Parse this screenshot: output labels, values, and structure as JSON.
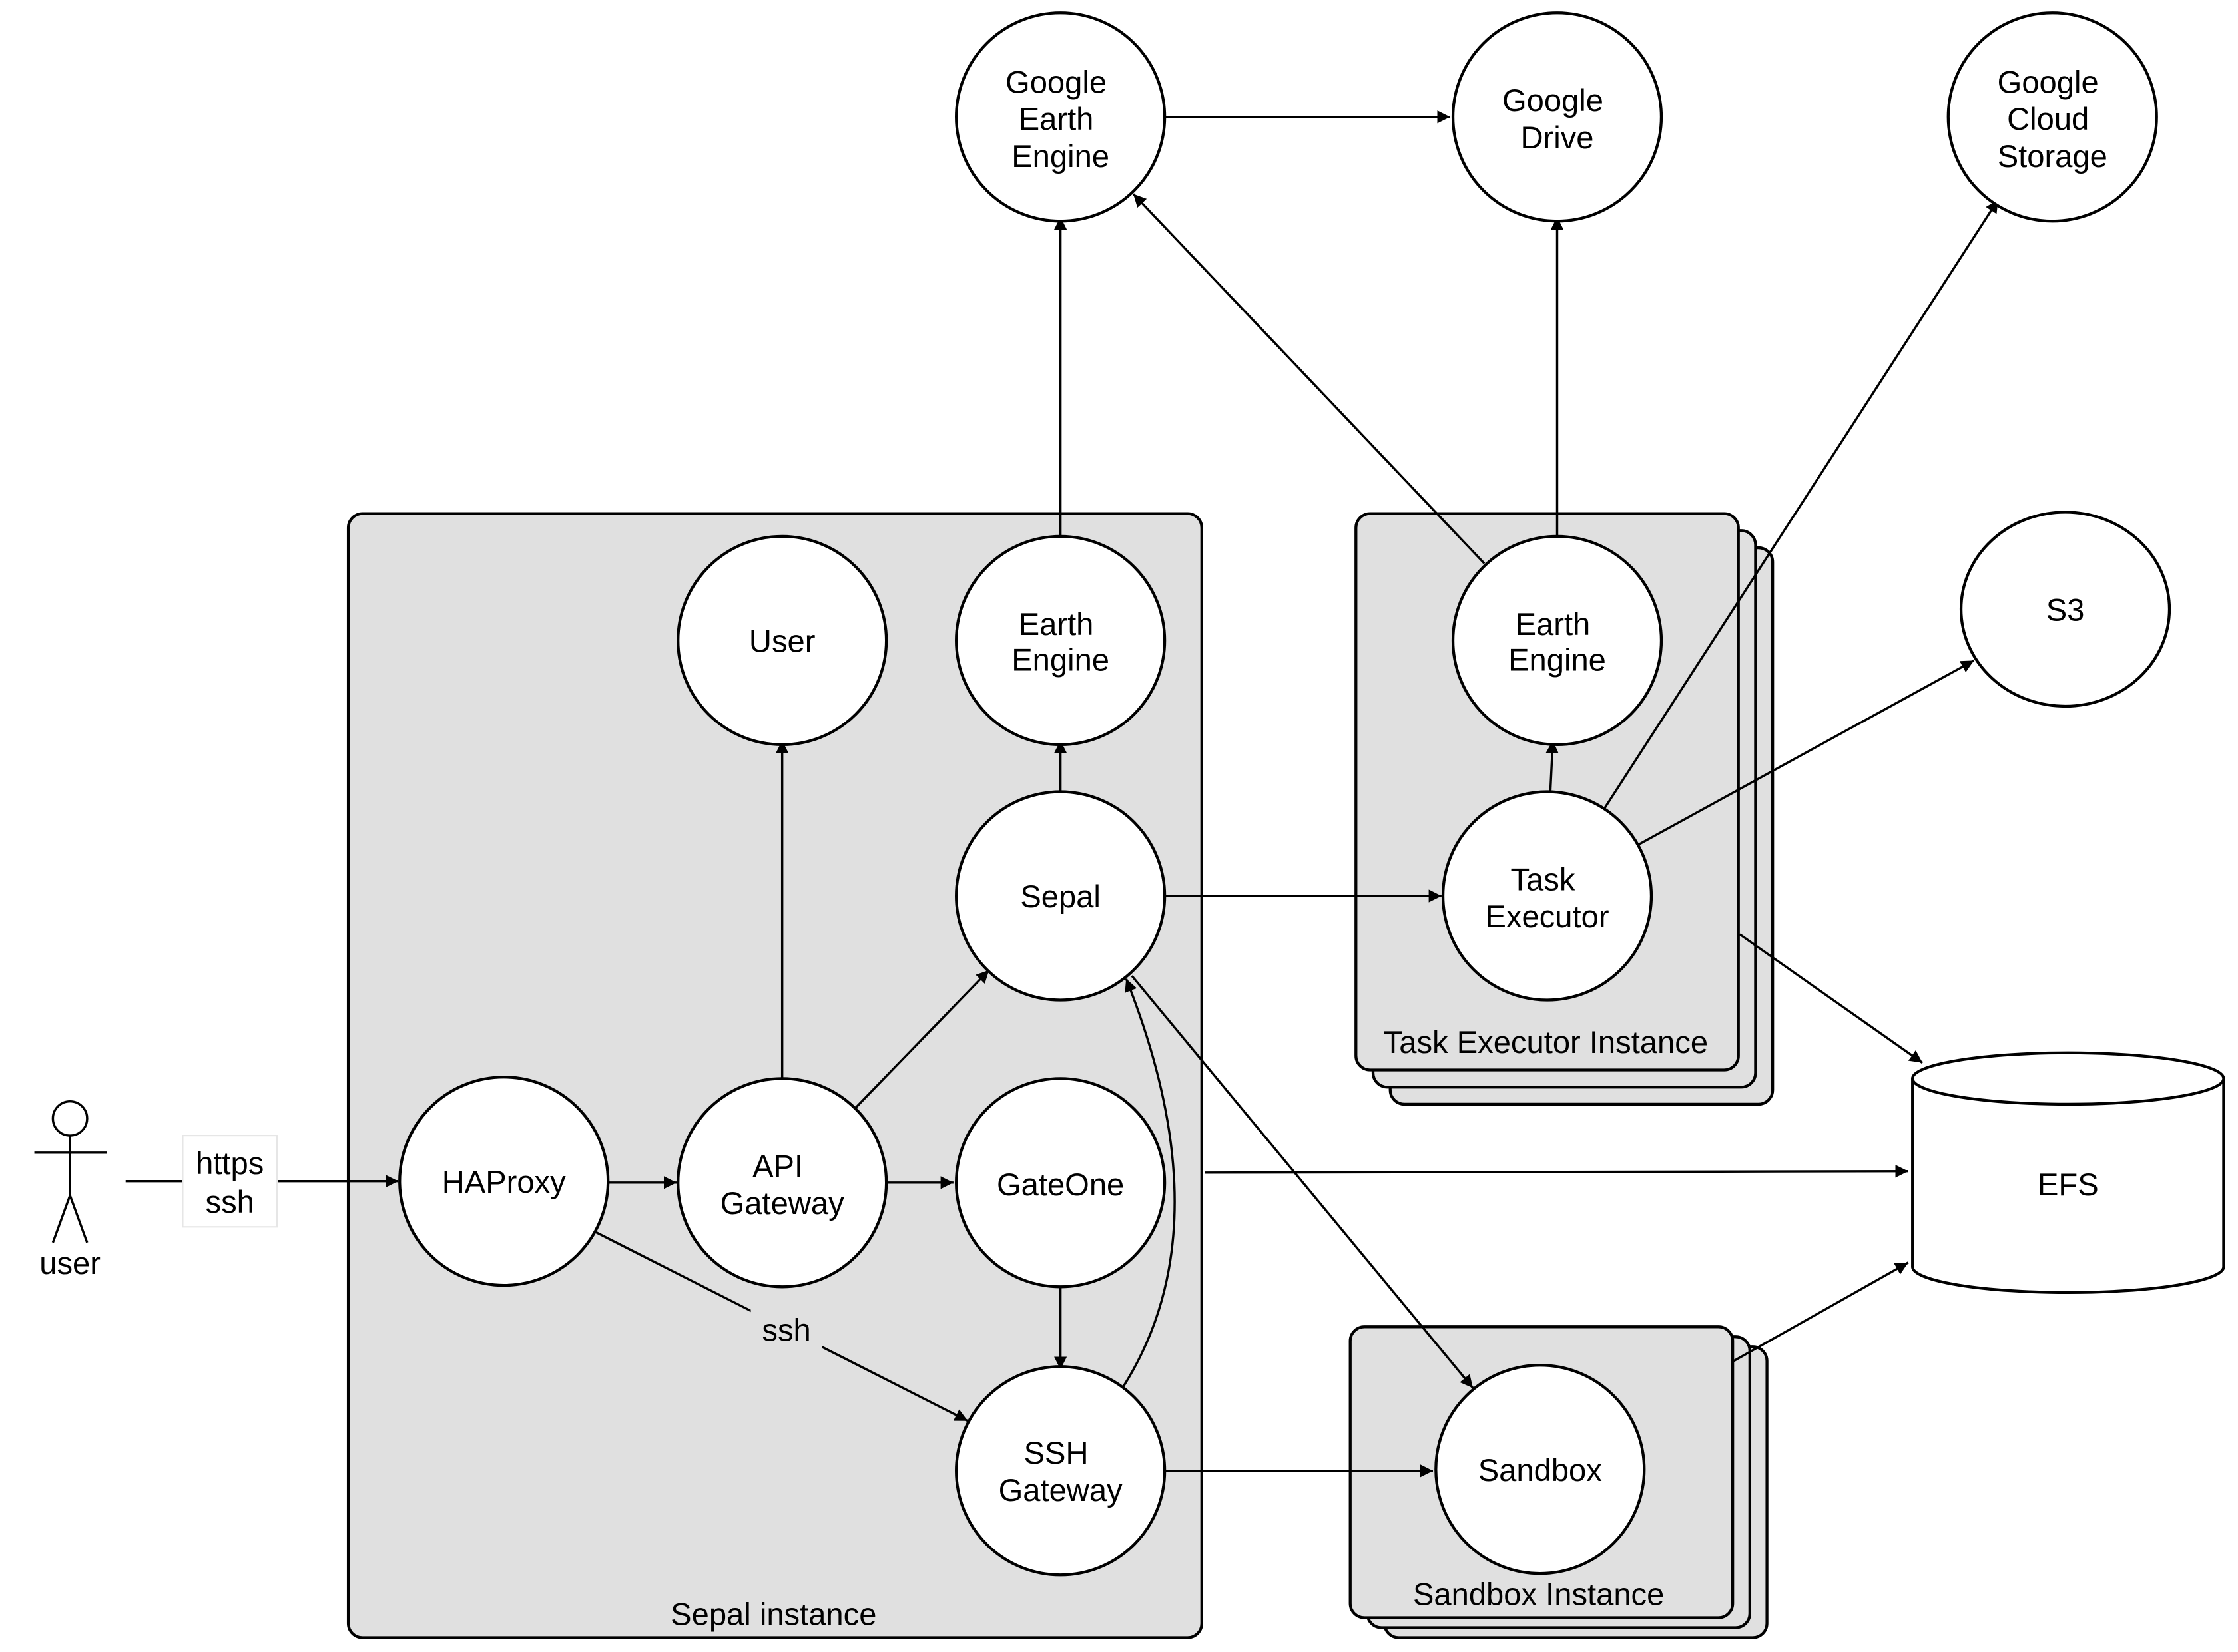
{
  "diagram": {
    "actor": {
      "label": "user"
    },
    "containers": {
      "sepal_instance": {
        "label": "Sepal instance"
      },
      "task_executor_instance": {
        "label": "Task Executor Instance"
      },
      "sandbox_instance": {
        "label": "Sandbox Instance"
      }
    },
    "nodes": {
      "google_earth_engine": {
        "lines": [
          "Google",
          "Earth",
          "Engine"
        ]
      },
      "google_drive": {
        "lines": [
          "Google",
          "Drive"
        ]
      },
      "google_cloud_storage": {
        "lines": [
          "Google",
          "Cloud",
          "Storage"
        ]
      },
      "s3": {
        "lines": [
          "S3"
        ]
      },
      "user_service": {
        "lines": [
          "User"
        ]
      },
      "earth_engine_sepal": {
        "lines": [
          "Earth",
          "Engine"
        ]
      },
      "sepal": {
        "lines": [
          "Sepal"
        ]
      },
      "haproxy": {
        "lines": [
          "HAProxy"
        ]
      },
      "api_gateway": {
        "lines": [
          "API",
          "Gateway"
        ]
      },
      "gateone": {
        "lines": [
          "GateOne"
        ]
      },
      "ssh_gateway": {
        "lines": [
          "SSH",
          "Gateway"
        ]
      },
      "earth_engine_task": {
        "lines": [
          "Earth",
          "Engine"
        ]
      },
      "task_executor": {
        "lines": [
          "Task",
          "Executor"
        ]
      },
      "sandbox": {
        "lines": [
          "Sandbox"
        ]
      },
      "efs": {
        "lines": [
          "EFS"
        ]
      }
    },
    "edge_labels": {
      "user_to_haproxy": [
        "https",
        "ssh"
      ],
      "haproxy_to_ssh_gateway": "ssh"
    }
  }
}
